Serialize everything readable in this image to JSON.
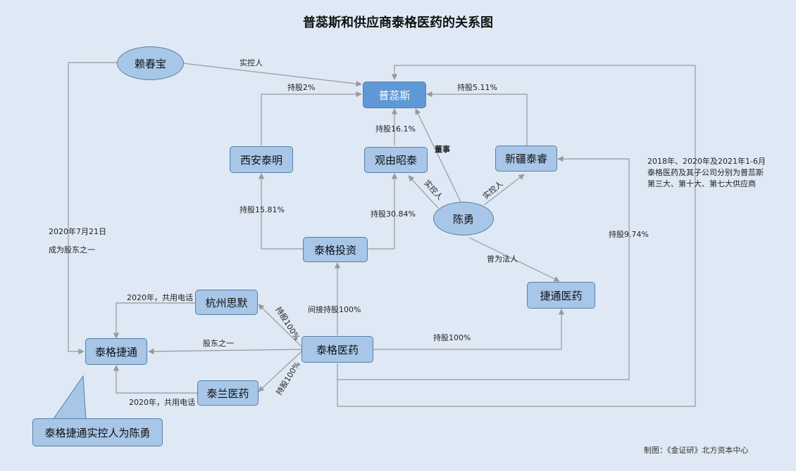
{
  "title": "普蕊斯和供应商泰格医药的关系图",
  "nodes": {
    "lai_chunbao": "赖春宝",
    "puruisi": "普蕊斯",
    "xian_taiming": "西安泰明",
    "guanyou_zhaotai": "观由昭泰",
    "xinjiang_tairui": "新疆泰睿",
    "chen_yong": "陈勇",
    "taige_touzi": "泰格投资",
    "jietong_yiyao": "捷通医药",
    "hangzhou_simo": "杭州思默",
    "taige_jietong": "泰格捷通",
    "taige_yiyao": "泰格医药",
    "tailan_yiyao": "泰兰医药"
  },
  "edge_labels": {
    "lai_to_puruisi": "实控人",
    "xian_to_puruisi": "持股2%",
    "xinjiang_to_puruisi": "持股5.11%",
    "guanyou_to_puruisi": "持股16.1%",
    "chen_director": "董事",
    "chen_controls_guanyou": "实控人",
    "chen_controls_xinjiang": "实控人",
    "touzi_to_xian": "持股15.81%",
    "touzi_to_guanyou": "持股30.84%",
    "chen_legal_rep": "曾为法人",
    "taige_to_touzi": "间接持股100%",
    "taige_to_hangzhou": "持股100%",
    "taige_to_tailan": "持股100%",
    "taige_to_jietong_yiyao": "持股100%",
    "taige_to_taige_jietong": "股东之一",
    "hangzhou_phone": "2020年，共用电话",
    "tailan_phone": "2020年，共用电话",
    "lai_date": "2020年7月21日",
    "lai_shareholder": "成为股东之一",
    "supplier_share": "持股9.74%"
  },
  "notes": {
    "supplier_lines": [
      "2018年、2020年及2021年1-6月",
      "泰格医药及其子公司分别为普蕊斯",
      "第三大、第十大、第七大供应商"
    ]
  },
  "callout": "泰格捷通实控人为陈勇",
  "credit": "制图：《金证研》北方资本中心",
  "colors": {
    "background": "#dfe9f5",
    "node_fill": "#a7c6e8",
    "node_primary": "#5f98d6",
    "line": "#999999"
  }
}
